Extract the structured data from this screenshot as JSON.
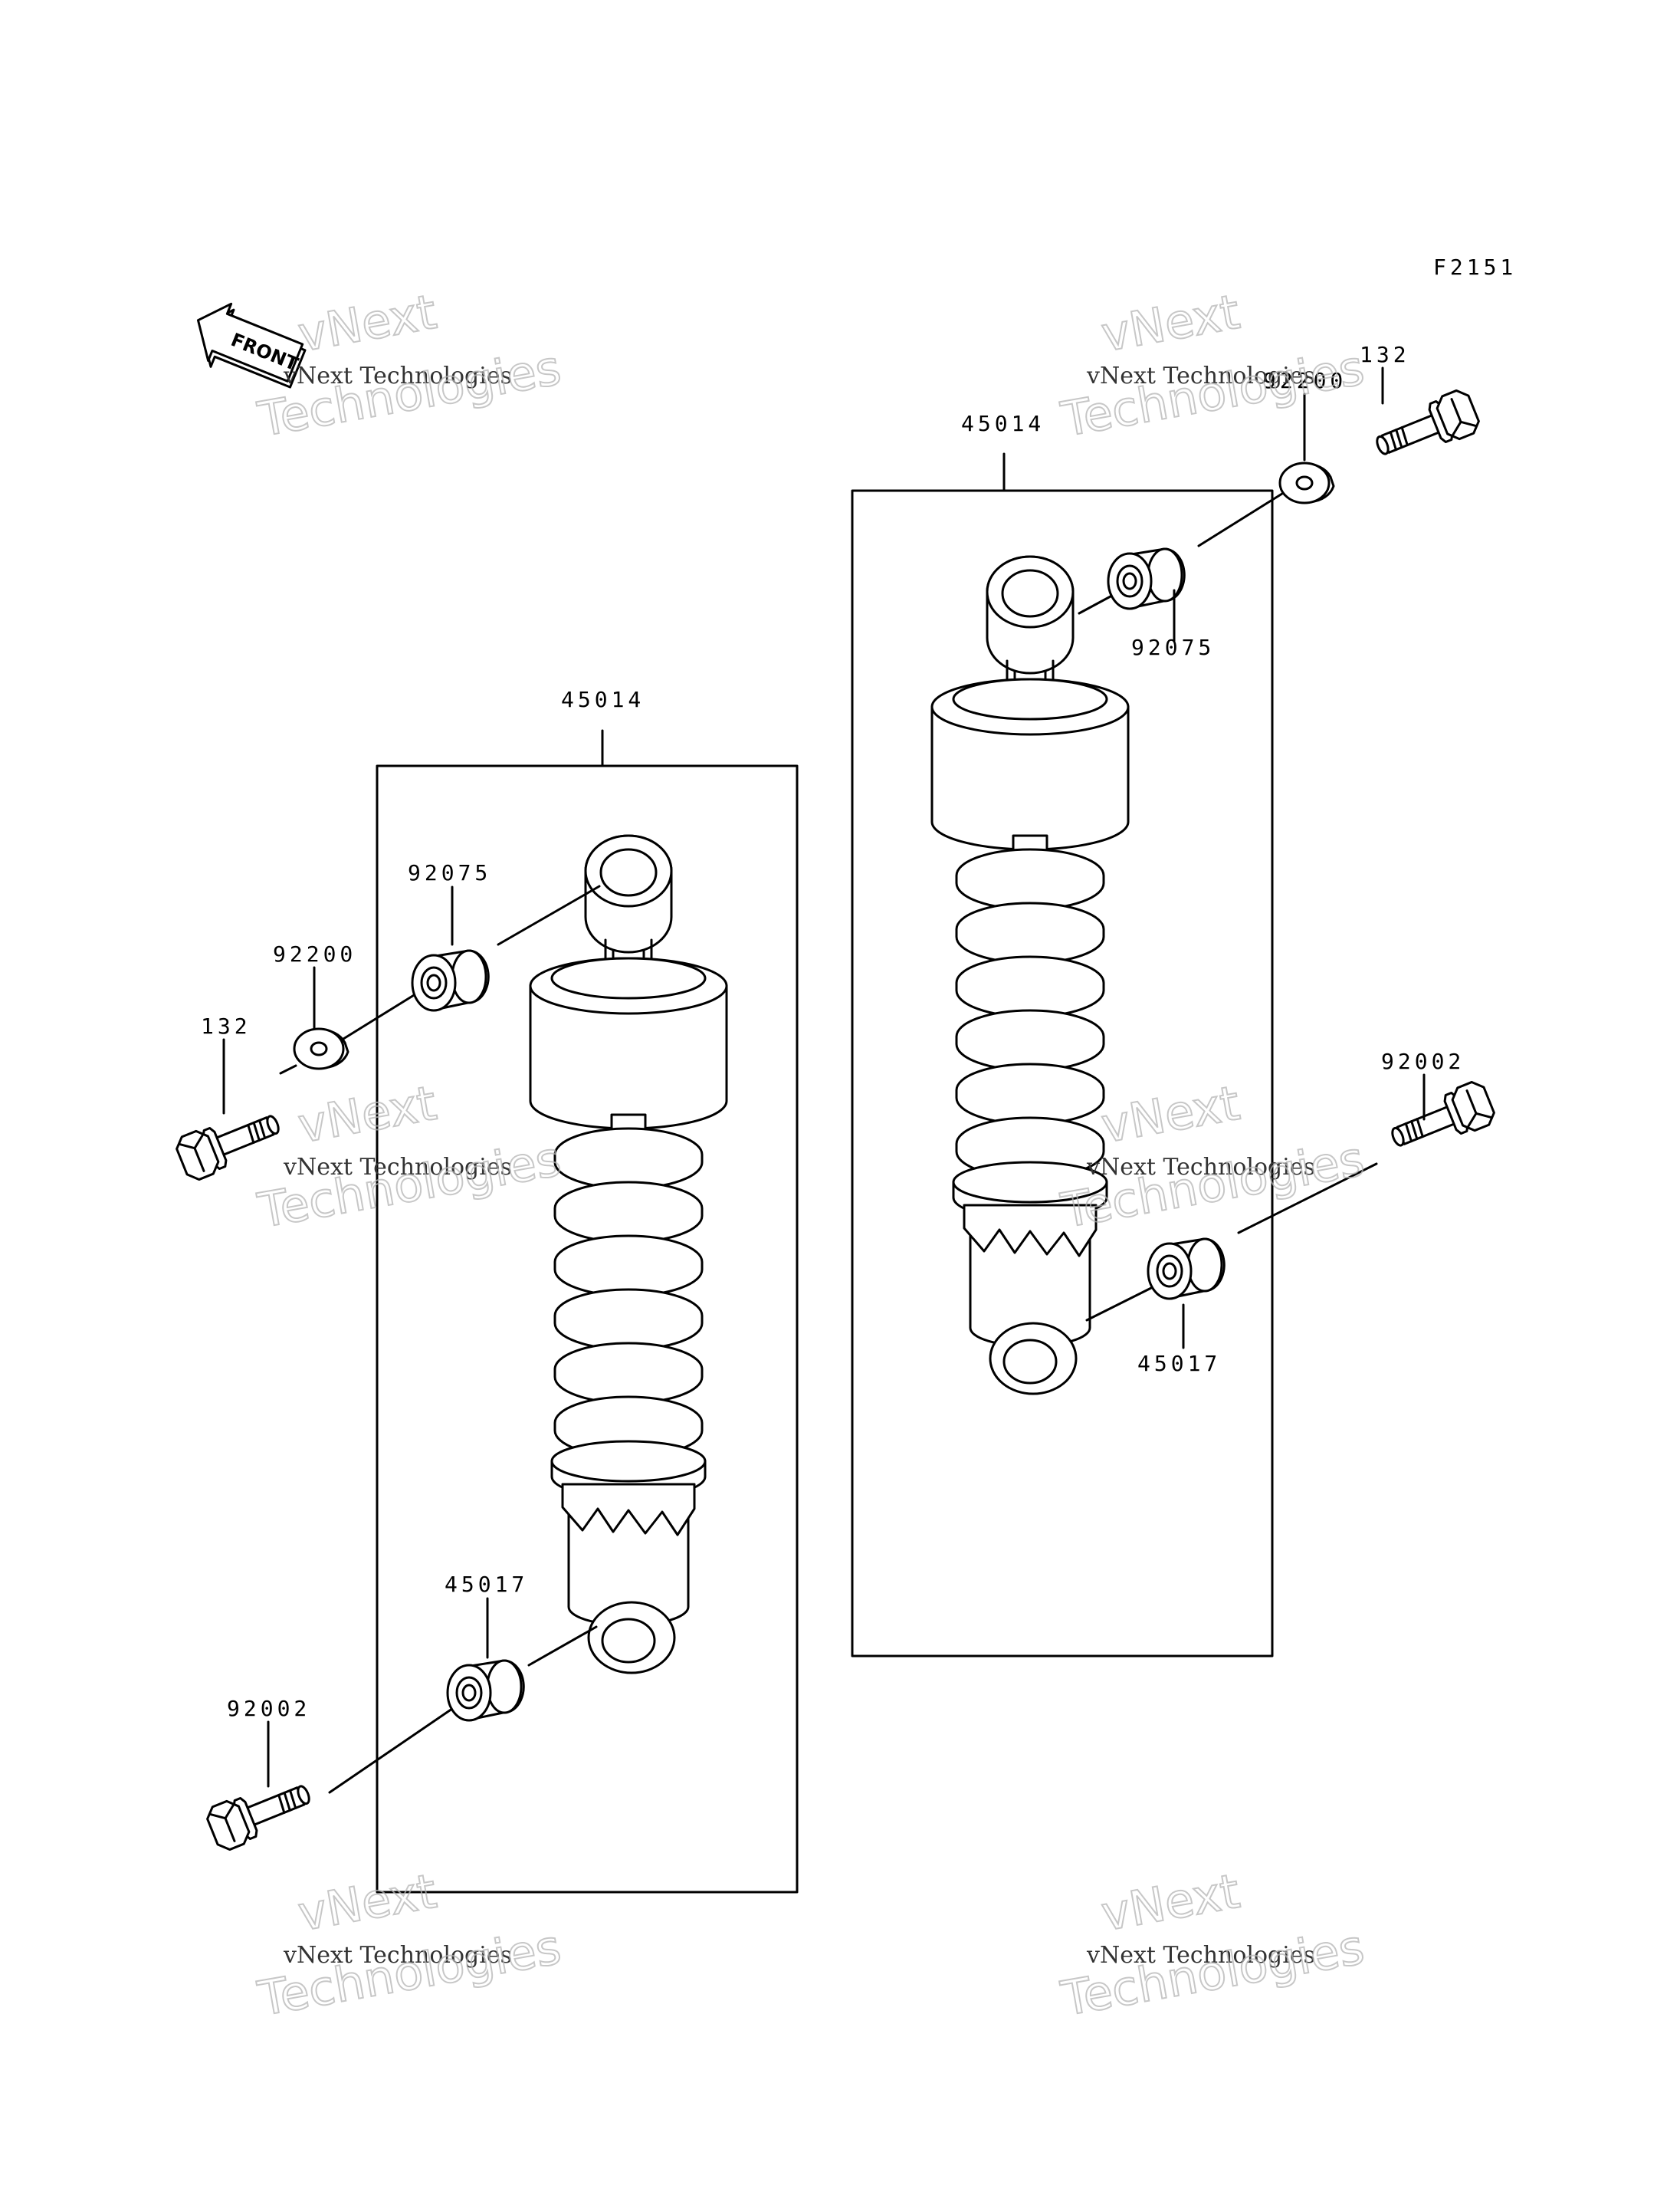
{
  "figure_code": "F2151",
  "front_label": "FRONT",
  "watermark": {
    "brand_short": "vNext",
    "company": "vNext Technologies",
    "word": "Technologies"
  },
  "left_assembly": {
    "shock_absorber": "45014",
    "bushing_top": "92075",
    "washer": "92200",
    "bolt_top": "132",
    "bushing_bottom": "45017",
    "bolt_bottom": "92002"
  },
  "right_assembly": {
    "shock_absorber": "45014",
    "washer": "92200",
    "bolt_top": "132",
    "bushing_top": "92075",
    "bolt_bottom": "92002",
    "bushing_bottom": "45017"
  },
  "icons": {
    "front_arrow": "front-arrow-icon",
    "shock": "shock-absorber-icon",
    "bolt": "bolt-icon",
    "washer": "washer-icon",
    "bushing": "bushing-icon"
  },
  "colors": {
    "line": "#000000",
    "background": "#ffffff",
    "watermark": "#b5b5b5"
  }
}
